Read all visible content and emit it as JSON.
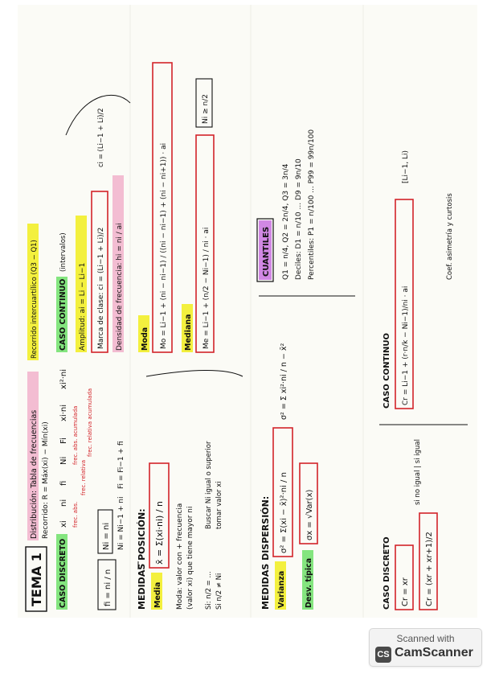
{
  "sheet": {
    "title": "TEMA 1",
    "intro": "Distribución: Tabla de frecuencias",
    "intro2": "Recorrido: R = Máx(xi) − Mín(xi)",
    "intro3": "Recorrido intercuartílico (Q3 − Q1)",
    "s1": "CASO DISCRETO",
    "s1_cols": [
      "xi",
      "ni",
      "fi",
      "Ni",
      "Fi",
      "xi·ni",
      "xi²·ni"
    ],
    "s1_labels": [
      "frec. abs.",
      "frec. relativa",
      "frec. abs. acumulada",
      "frec. relativa acumulada"
    ],
    "f_fi": "fi = ni / n",
    "f_Ni": "Ni = ni",
    "f_Ni2": "Ni = Ni−1 + ni",
    "f_Fi": "Fi = Fi−1 + fi",
    "s2": "CASO CONTINUO",
    "s2_sub": "(intervalos)",
    "s2_extra": "ci = (Li−1 + Li)/2",
    "amp": "Amplitud: ai = Li − Li−1",
    "marca": "Marca de clase: ci = (Li−1 + Li)/2",
    "densidad": "Densidad de frecuencia: hi = ni / ai",
    "s3": "MEDIDAS POSICIÓN:",
    "media_lbl": "Media",
    "media": "x̄ = Σ(xi·ni) / n",
    "moda_note": "Moda: valor con + frecuencia",
    "moda_note2": "(valor xi) que tiene mayor ni",
    "moda2": "Moda",
    "mo_formula": "Mo = Li−1 + (ni − ni−1) / ((ni − ni−1) + (ni − ni+1)) · ai",
    "mediana": "Mediana",
    "me_formula": "Me = Li−1 + (n/2 − Ni−1) / ni · ai",
    "mediana_cond": "Ni ≥ n/2",
    "s4": "MEDIDAS DISPERSIÓN:",
    "varianza": "Varianza",
    "var_formula": "σ² = Σ(xi − x̄)²·ni / n",
    "var_formula2": "σ² = Σ xi²·ni / n − x̄²",
    "desv": "Desv. típica",
    "desv_formula": "σx = √Var(x)",
    "cuantiles": "CUANTILES",
    "cuartiles": "Q1 = n/4,  Q2 = 2n/4,  Q3 = 3n/4",
    "deciles": "Deciles: D1 = n/10 ... D9 = 9n/10",
    "percentiles": "Percentiles: P1 = n/100 ... P99 = 99n/100",
    "caso_d2": "CASO DISCRETO",
    "caso_c2": "CASO CONTINUO",
    "c_formula1": "Cr = xr",
    "c_formula2": "Cr = (xr + xr+1)/2",
    "c_formula3": "Cr = Li−1 + (r·n/k − Ni−1)/ni · ai",
    "c_bracket": "[Li−1, Li)",
    "notas": "si no igual | si igual",
    "asim": "Coef. asimetría y curtosis",
    "small_notes": [
      "Si: n/2 = ...",
      "Si n/2 ≠ Ni",
      "Buscar Ni igual o superior",
      "tomar valor xi"
    ]
  },
  "badge": {
    "top": "Scanned with",
    "logo": "CS",
    "name": "CamScanner"
  }
}
